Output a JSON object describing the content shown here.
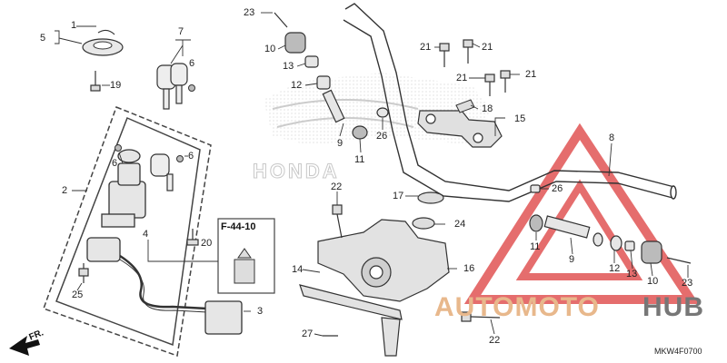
{
  "diagram": {
    "labels": [
      {
        "id": "c1",
        "text": "1"
      },
      {
        "id": "c5",
        "text": "5"
      },
      {
        "id": "c19",
        "text": "19"
      },
      {
        "id": "c7",
        "text": "7"
      },
      {
        "id": "c6a",
        "text": "6"
      },
      {
        "id": "c2",
        "text": "2"
      },
      {
        "id": "c6b",
        "text": "6"
      },
      {
        "id": "c6c",
        "text": "6"
      },
      {
        "id": "c4",
        "text": "4"
      },
      {
        "id": "c20",
        "text": "20"
      },
      {
        "id": "c25",
        "text": "25"
      },
      {
        "id": "c3",
        "text": "3"
      },
      {
        "id": "c23a",
        "text": "23"
      },
      {
        "id": "c10a",
        "text": "10"
      },
      {
        "id": "c13a",
        "text": "13"
      },
      {
        "id": "c12a",
        "text": "12"
      },
      {
        "id": "c9a",
        "text": "9"
      },
      {
        "id": "c26a",
        "text": "26"
      },
      {
        "id": "c11a",
        "text": "11"
      },
      {
        "id": "c21a",
        "text": "21"
      },
      {
        "id": "c21b",
        "text": "21"
      },
      {
        "id": "c21c",
        "text": "21"
      },
      {
        "id": "c21d",
        "text": "21"
      },
      {
        "id": "c18",
        "text": "18"
      },
      {
        "id": "c15",
        "text": "15"
      },
      {
        "id": "c8",
        "text": "8"
      },
      {
        "id": "c22a",
        "text": "22"
      },
      {
        "id": "c17",
        "text": "17"
      },
      {
        "id": "c24",
        "text": "24"
      },
      {
        "id": "c26b",
        "text": "26"
      },
      {
        "id": "c14",
        "text": "14"
      },
      {
        "id": "c16",
        "text": "16"
      },
      {
        "id": "c27",
        "text": "27"
      },
      {
        "id": "c22b",
        "text": "22"
      },
      {
        "id": "c11b",
        "text": "11"
      },
      {
        "id": "c9b",
        "text": "9"
      },
      {
        "id": "c12b",
        "text": "12"
      },
      {
        "id": "c13b",
        "text": "13"
      },
      {
        "id": "c10b",
        "text": "10"
      },
      {
        "id": "c23b",
        "text": "23"
      }
    ],
    "reference": "F-44-10",
    "diagram_code": "MKW4F0700",
    "direction_label": "FR.",
    "background_logo_text": "HONDA"
  },
  "watermark": {
    "part1": "AUTOMOTO",
    "part2": "HUB",
    "colors": {
      "triangle": "#e05454",
      "text_light": "#e8b88c",
      "text_dark": "#777777"
    }
  },
  "colors": {
    "ink": "#222222",
    "line": "#333333",
    "panel_border": "#444444"
  }
}
